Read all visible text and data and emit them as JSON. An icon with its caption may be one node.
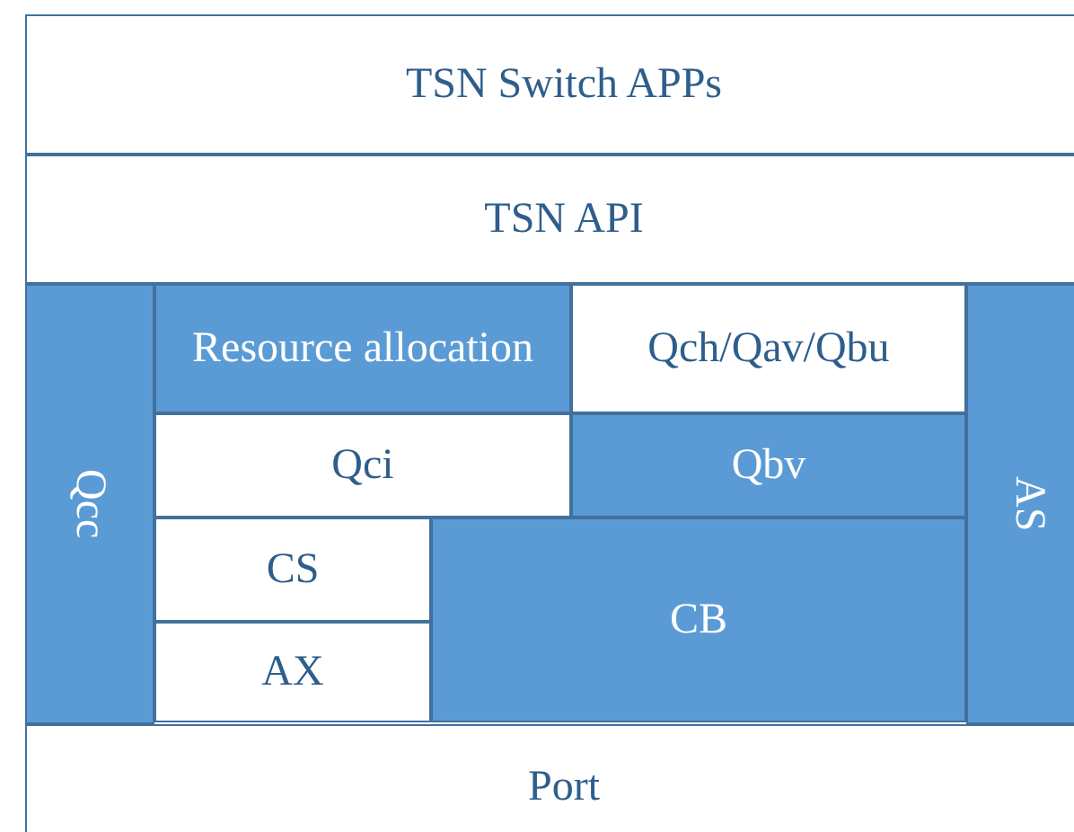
{
  "diagram": {
    "nodes": [
      {
        "text": [
          "TSN Switch APPs"
        ]
      },
      {
        "text": [
          "TSN API"
        ]
      },
      {
        "text": [
          "Qcc"
        ]
      },
      {
        "text": [
          "Resource allocation"
        ]
      },
      {
        "text": [
          "Qch/Qav/Qbu"
        ]
      },
      {
        "text": [
          "Qci"
        ]
      },
      {
        "text": [
          "Qbv"
        ]
      },
      {
        "text": [
          "CS"
        ]
      },
      {
        "text": [
          "CB"
        ]
      },
      {
        "text": [
          "AX"
        ]
      },
      {
        "text": [
          "AS"
        ]
      },
      {
        "text": [
          "Port"
        ]
      }
    ]
  }
}
